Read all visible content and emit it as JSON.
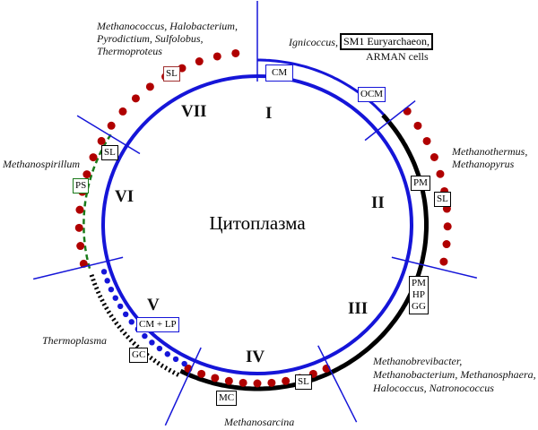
{
  "center_label": "Цитоплазма",
  "sectors": [
    "I",
    "II",
    "III",
    "IV",
    "V",
    "VI",
    "VII"
  ],
  "organisms": {
    "vii": [
      "Methanococcus, Halobacterium,",
      "Pyrodictium, Sulfolobus,",
      "Thermoproteus"
    ],
    "i_prefix": "Ignicoccus,",
    "i_box": "SM1 Euryarchaeon,",
    "i_suffix": "ARMAN cells",
    "ii": [
      "Methanothermus,",
      "Methanopyrus"
    ],
    "vi": "Methanospirillum",
    "v": "Thermoplasma",
    "iii": [
      "Methanobrevibacter,",
      "Methanobacterium, Methanosphaera,",
      "Halococcus, Natronococcus"
    ],
    "iv": "Methanosarcina"
  },
  "labels": {
    "sl_vii": "SL",
    "cm": "CM",
    "ocm": "OCM",
    "sl_vi": "SL",
    "ps": "PS",
    "pm_ii": "PM",
    "sl_ii": "SL",
    "pm_hp_gg": "PM\nHP\nGG",
    "cm_lp": "CM + LP",
    "gc": "GC",
    "mc": "MC",
    "sl_iv": "SL"
  },
  "colors": {
    "membrane": "#1515d8",
    "slayer": "#b00000",
    "black": "#000000",
    "green": "#1a7a1a"
  }
}
